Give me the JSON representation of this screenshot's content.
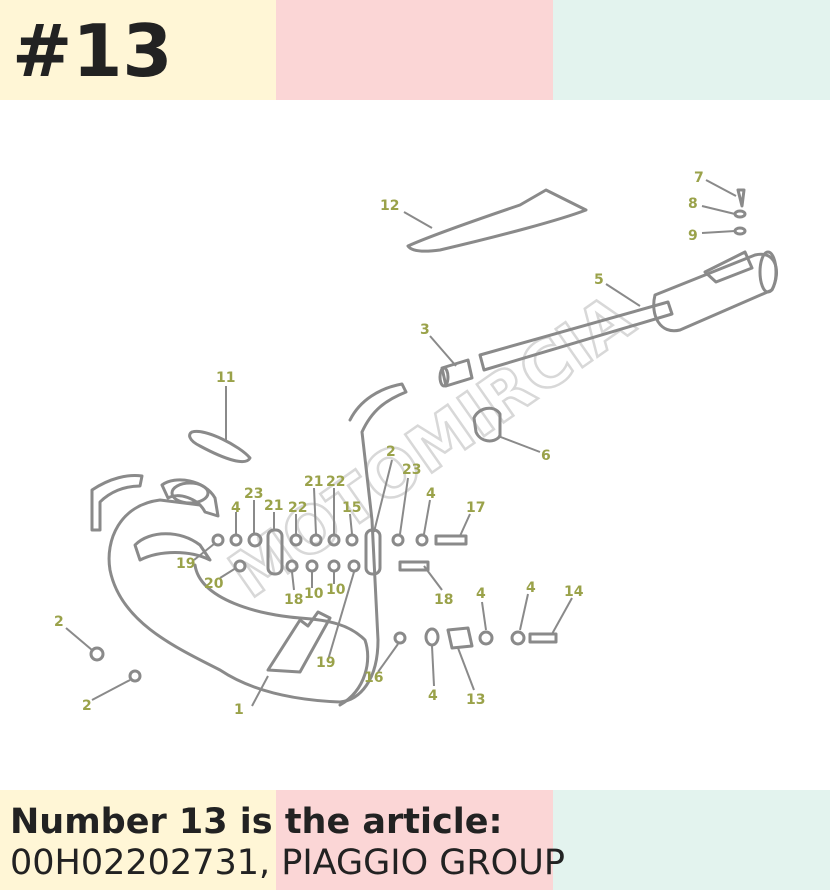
{
  "header": {
    "title": "#13"
  },
  "caption": {
    "line1": "Number 13 is the article:",
    "line2": "00H02202731, PIAGGIO GROUP"
  },
  "colors": {
    "band_yellow": "#fff6d6",
    "band_pink": "#fbd6d6",
    "band_mint": "#e3f3ee",
    "text": "#222222",
    "line_art": "#8a8a8a",
    "callout": "#9aa24a"
  },
  "watermark": {
    "text": "MOTOMIRCIA"
  },
  "callouts": [
    "1",
    "2",
    "2",
    "2",
    "3",
    "4",
    "4",
    "4",
    "4",
    "4",
    "5",
    "6",
    "7",
    "8",
    "9",
    "10",
    "10",
    "11",
    "12",
    "13",
    "14",
    "15",
    "16",
    "17",
    "18",
    "18",
    "19",
    "19",
    "20",
    "21",
    "21",
    "22",
    "22",
    "23",
    "23"
  ]
}
